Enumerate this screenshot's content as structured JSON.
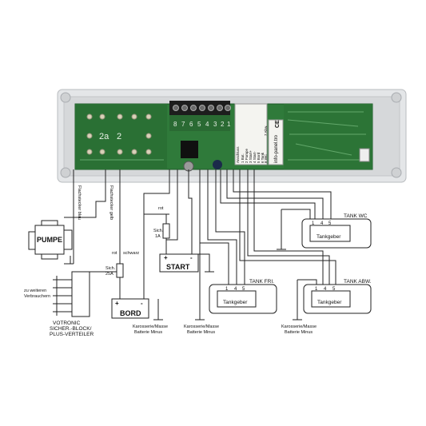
{
  "board": {
    "relay_labels": [
      "2a",
      "2"
    ],
    "terminal_numbers": [
      "8",
      "7",
      "6",
      "5",
      "4",
      "3",
      "2",
      "1"
    ],
    "legend_lines": [
      "Anschluss",
      "1 Bat.",
      "2 Pumpe",
      "3 Start+",
      "4 Start-",
      "5 Bord",
      "6 Tank",
      "7 Abw.",
      "8 WC"
    ],
    "ce_mark": "CE",
    "brand_text": "info-panel.tro"
  },
  "cables": {
    "flat_blue": "Flachstecker blau",
    "flat_yellow": "Flachstecker gelb"
  },
  "pumpe": {
    "label": "PUMPE"
  },
  "verteiler": {
    "consumers_line1": "zu weiteren",
    "consumers_line2": "Verbrauchern",
    "name_line1": "VOTRONIC",
    "name_line2": "SICHER.-BLOCK/",
    "name_line3": "PLUS-VERTEILER"
  },
  "fuses": {
    "start_line1": "Sich.",
    "start_line2": "1A",
    "bord_line1": "Sich.",
    "bord_line2": "25A"
  },
  "wire_colors": {
    "red": "rot",
    "red2": "rot",
    "black": "schwarz"
  },
  "batteries": {
    "start": {
      "label": "START",
      "plus": "+",
      "minus": "-"
    },
    "bord": {
      "label": "BORD",
      "plus": "+",
      "minus": "-"
    }
  },
  "ground": {
    "bord_line1": "Karosserie/Masse",
    "bord_line2": "Batterie Minus",
    "mid_line1": "Karosserie/Masse",
    "mid_line2": "Batterie Minus",
    "right_line1": "Karosserie/Masse",
    "right_line2": "Batterie Minus"
  },
  "tanks": [
    {
      "title": "TANK WC",
      "sensor": "Tankgeber",
      "pins": [
        "1",
        "4",
        "5"
      ]
    },
    {
      "title": "TANK FRI.",
      "sensor": "Tankgeber",
      "pins": [
        "1",
        "4",
        "5"
      ]
    },
    {
      "title": "TANK ABW.",
      "sensor": "Tankgeber",
      "pins": [
        "1",
        "4",
        "5"
      ]
    }
  ]
}
